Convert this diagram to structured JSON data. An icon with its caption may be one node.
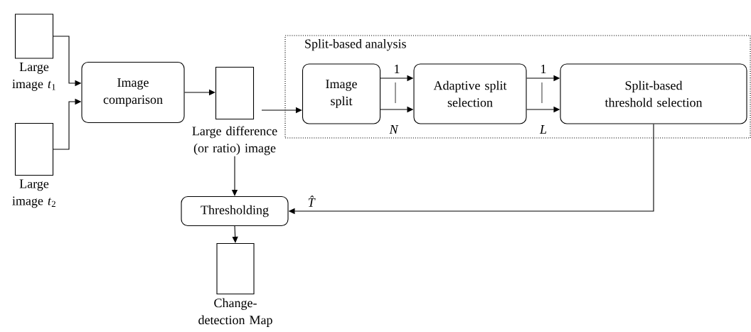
{
  "diagram": {
    "nodes": [
      {
        "text": [
          "Large image *t*$_{1}$"
        ]
      },
      {
        "text": [
          "Large image *t*$_{2}$"
        ]
      },
      {
        "text": [
          "Image comparison"
        ]
      },
      {
        "text": [
          "Large difference (or ratio) image"
        ]
      },
      {
        "text": [
          "Split-based analysis"
        ]
      },
      {
        "text": [
          "Image split"
        ],
        "in": 4
      },
      {
        "text": [
          "Adaptive split selection"
        ],
        "in": 4
      },
      {
        "text": [
          "Split-based threshold selection"
        ],
        "in": 4
      },
      {
        "text": [
          "Thresholding"
        ]
      },
      {
        "text": [
          "Change-detection Map"
        ]
      }
    ],
    "edges": [
      {
        "from": 0,
        "to": 2,
        "arrow": "to"
      },
      {
        "from": 1,
        "to": 2,
        "arrow": "to"
      },
      {
        "from": 2,
        "to": 3,
        "arrow": "to"
      },
      {
        "from": 3,
        "to": 5,
        "arrow": "to"
      },
      {
        "from": 5,
        "to": 6,
        "arrow": "to",
        "label": "1"
      },
      {
        "from": 5,
        "to": 6,
        "arrow": "to",
        "label": "*N*"
      },
      {
        "from": 6,
        "to": 7,
        "arrow": "to",
        "label": "1"
      },
      {
        "from": 6,
        "to": 7,
        "arrow": "to",
        "label": "*L*"
      },
      {
        "from": 7,
        "to": 8,
        "arrow": "to",
        "label": "*T̂*"
      },
      {
        "from": 3,
        "to": 8,
        "arrow": "to"
      },
      {
        "from": 8,
        "to": 9,
        "arrow": "to"
      }
    ]
  }
}
